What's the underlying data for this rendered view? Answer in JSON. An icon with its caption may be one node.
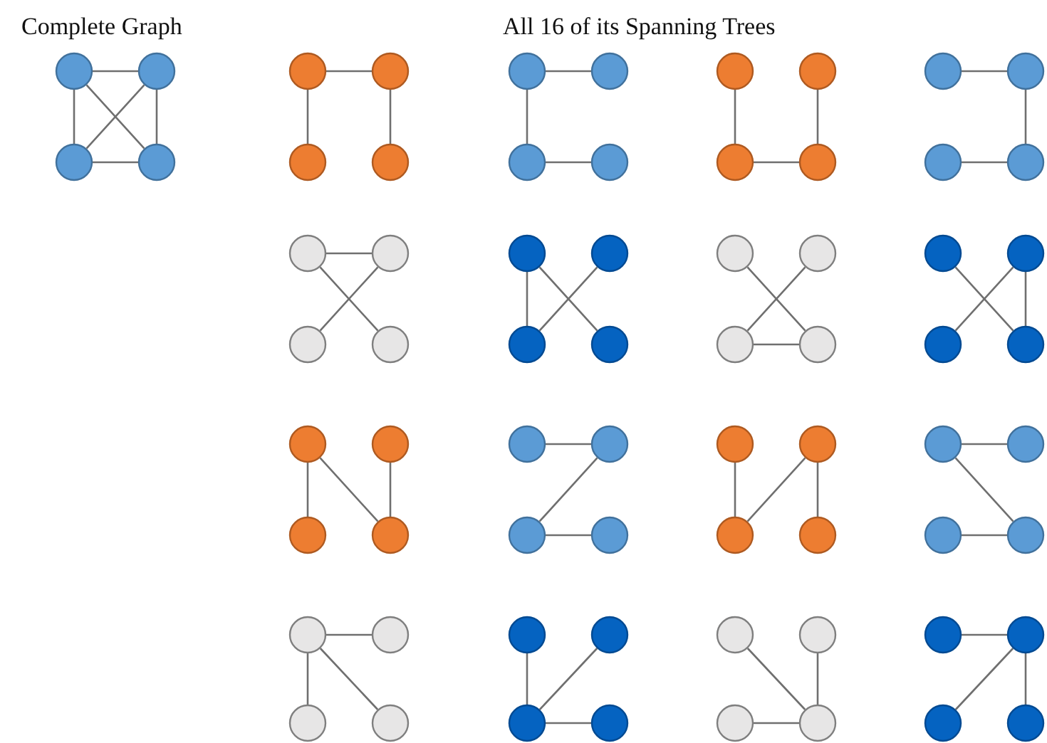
{
  "diagram": {
    "nodes": [
      {
        "text": [],
        "shape": "circle"
      },
      {
        "text": [],
        "shape": "circle"
      },
      {
        "text": [],
        "shape": "circle"
      },
      {
        "text": [],
        "shape": "circle"
      },
      {
        "text": [],
        "shape": "circle"
      },
      {
        "text": [],
        "shape": "circle"
      },
      {
        "text": [],
        "shape": "circle"
      },
      {
        "text": [],
        "shape": "circle"
      },
      {
        "text": [],
        "shape": "circle"
      },
      {
        "text": [],
        "shape": "circle"
      },
      {
        "text": [],
        "shape": "circle"
      },
      {
        "text": [],
        "shape": "circle"
      },
      {
        "text": [],
        "shape": "circle"
      },
      {
        "text": [],
        "shape": "circle"
      },
      {
        "text": [],
        "shape": "circle"
      },
      {
        "text": [],
        "shape": "circle"
      },
      {
        "text": [],
        "shape": "circle"
      },
      {
        "text": [],
        "shape": "circle"
      },
      {
        "text": [],
        "shape": "circle"
      },
      {
        "text": [],
        "shape": "circle"
      },
      {
        "text": [],
        "shape": "circle"
      },
      {
        "text": [],
        "shape": "circle"
      },
      {
        "text": [],
        "shape": "circle"
      },
      {
        "text": [],
        "shape": "circle"
      },
      {
        "text": [],
        "shape": "circle"
      },
      {
        "text": [],
        "shape": "circle"
      },
      {
        "text": [],
        "shape": "circle"
      },
      {
        "text": [],
        "shape": "circle"
      },
      {
        "text": [],
        "shape": "circle"
      },
      {
        "text": [],
        "shape": "circle"
      },
      {
        "text": [],
        "shape": "circle"
      },
      {
        "text": [],
        "shape": "circle"
      },
      {
        "text": [],
        "shape": "circle"
      },
      {
        "text": [],
        "shape": "circle"
      },
      {
        "text": [],
        "shape": "circle"
      },
      {
        "text": [],
        "shape": "circle"
      },
      {
        "text": [],
        "shape": "circle"
      },
      {
        "text": [],
        "shape": "circle"
      },
      {
        "text": [],
        "shape": "circle"
      },
      {
        "text": [],
        "shape": "circle"
      },
      {
        "text": [],
        "shape": "circle"
      },
      {
        "text": [],
        "shape": "circle"
      },
      {
        "text": [],
        "shape": "circle"
      },
      {
        "text": [],
        "shape": "circle"
      },
      {
        "text": [],
        "shape": "circle"
      },
      {
        "text": [],
        "shape": "circle"
      },
      {
        "text": [],
        "shape": "circle"
      },
      {
        "text": [],
        "shape": "circle"
      },
      {
        "text": [],
        "shape": "circle"
      },
      {
        "text": [],
        "shape": "circle"
      },
      {
        "text": [],
        "shape": "circle"
      },
      {
        "text": [],
        "shape": "circle"
      },
      {
        "text": [],
        "shape": "circle"
      },
      {
        "text": [],
        "shape": "circle"
      },
      {
        "text": [],
        "shape": "circle"
      },
      {
        "text": [],
        "shape": "circle"
      },
      {
        "text": [],
        "shape": "circle"
      },
      {
        "text": [],
        "shape": "circle"
      },
      {
        "text": [],
        "shape": "circle"
      },
      {
        "text": [],
        "shape": "circle"
      },
      {
        "text": [],
        "shape": "circle"
      },
      {
        "text": [],
        "shape": "circle"
      },
      {
        "text": [],
        "shape": "circle"
      },
      {
        "text": [],
        "shape": "circle"
      },
      {
        "text": [],
        "shape": "circle"
      },
      {
        "text": [],
        "shape": "circle"
      },
      {
        "text": [],
        "shape": "circle"
      },
      {
        "text": [],
        "shape": "circle"
      }
    ],
    "edges": [
      {
        "from": 0,
        "to": 1,
        "arrow": "none"
      },
      {
        "from": 0,
        "to": 2,
        "arrow": "none"
      },
      {
        "from": 0,
        "to": 3,
        "arrow": "none"
      },
      {
        "from": 1,
        "to": 2,
        "arrow": "none"
      },
      {
        "from": 1,
        "to": 3,
        "arrow": "none"
      },
      {
        "from": 2,
        "to": 3,
        "arrow": "none"
      },
      {
        "from": 4,
        "to": 5,
        "arrow": "none"
      },
      {
        "from": 4,
        "to": 6,
        "arrow": "none"
      },
      {
        "from": 5,
        "to": 7,
        "arrow": "none"
      },
      {
        "from": 8,
        "to": 9,
        "arrow": "none"
      },
      {
        "from": 8,
        "to": 10,
        "arrow": "none"
      },
      {
        "from": 10,
        "to": 11,
        "arrow": "none"
      },
      {
        "from": 12,
        "to": 14,
        "arrow": "none"
      },
      {
        "from": 14,
        "to": 15,
        "arrow": "none"
      },
      {
        "from": 13,
        "to": 15,
        "arrow": "none"
      },
      {
        "from": 16,
        "to": 17,
        "arrow": "none"
      },
      {
        "from": 17,
        "to": 19,
        "arrow": "none"
      },
      {
        "from": 18,
        "to": 19,
        "arrow": "none"
      },
      {
        "from": 20,
        "to": 21,
        "arrow": "none"
      },
      {
        "from": 20,
        "to": 23,
        "arrow": "none"
      },
      {
        "from": 21,
        "to": 22,
        "arrow": "none"
      },
      {
        "from": 24,
        "to": 26,
        "arrow": "none"
      },
      {
        "from": 24,
        "to": 27,
        "arrow": "none"
      },
      {
        "from": 25,
        "to": 26,
        "arrow": "none"
      },
      {
        "from": 28,
        "to": 31,
        "arrow": "none"
      },
      {
        "from": 29,
        "to": 30,
        "arrow": "none"
      },
      {
        "from": 30,
        "to": 31,
        "arrow": "none"
      },
      {
        "from": 32,
        "to": 35,
        "arrow": "none"
      },
      {
        "from": 33,
        "to": 34,
        "arrow": "none"
      },
      {
        "from": 33,
        "to": 35,
        "arrow": "none"
      },
      {
        "from": 36,
        "to": 38,
        "arrow": "none"
      },
      {
        "from": 36,
        "to": 39,
        "arrow": "none"
      },
      {
        "from": 37,
        "to": 39,
        "arrow": "none"
      },
      {
        "from": 40,
        "to": 41,
        "arrow": "none"
      },
      {
        "from": 41,
        "to": 42,
        "arrow": "none"
      },
      {
        "from": 42,
        "to": 43,
        "arrow": "none"
      },
      {
        "from": 44,
        "to": 46,
        "arrow": "none"
      },
      {
        "from": 45,
        "to": 46,
        "arrow": "none"
      },
      {
        "from": 45,
        "to": 47,
        "arrow": "none"
      },
      {
        "from": 48,
        "to": 49,
        "arrow": "none"
      },
      {
        "from": 48,
        "to": 51,
        "arrow": "none"
      },
      {
        "from": 50,
        "to": 51,
        "arrow": "none"
      },
      {
        "from": 52,
        "to": 53,
        "arrow": "none"
      },
      {
        "from": 52,
        "to": 54,
        "arrow": "none"
      },
      {
        "from": 52,
        "to": 55,
        "arrow": "none"
      },
      {
        "from": 56,
        "to": 58,
        "arrow": "none"
      },
      {
        "from": 57,
        "to": 58,
        "arrow": "none"
      },
      {
        "from": 58,
        "to": 59,
        "arrow": "none"
      },
      {
        "from": 60,
        "to": 63,
        "arrow": "none"
      },
      {
        "from": 61,
        "to": 63,
        "arrow": "none"
      },
      {
        "from": 62,
        "to": 63,
        "arrow": "none"
      },
      {
        "from": 64,
        "to": 65,
        "arrow": "none"
      },
      {
        "from": 65,
        "to": 66,
        "arrow": "none"
      },
      {
        "from": 65,
        "to": 67,
        "arrow": "none"
      }
    ],
    "labels": [
      "Complete Graph",
      "All 16 of its Spanning Trees"
    ]
  }
}
